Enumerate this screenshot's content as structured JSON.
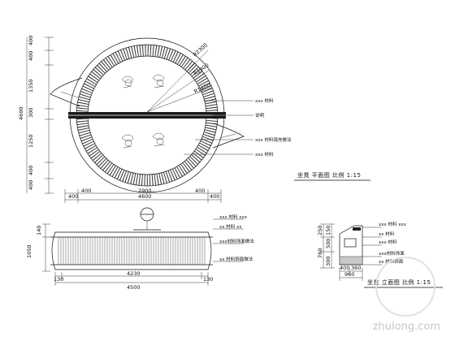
{
  "plan": {
    "radius_labels": [
      "R2300",
      "R1900",
      "R1400"
    ],
    "left_dims": [
      "400",
      "400",
      "1350",
      "300",
      "1250",
      "400",
      "400"
    ],
    "overall_left": "4600",
    "top_row_dims": [
      "400",
      "2900",
      "400"
    ],
    "bottom_row_dims": [
      "400",
      "4600",
      "400"
    ],
    "callouts": [
      "xxx 材料",
      "说明",
      "xxx 材料填充做法",
      "xxx 材料"
    ],
    "caption": "坐凳 平面图  比例 1:15"
  },
  "elevation": {
    "left_dims": [
      "140",
      "1050"
    ],
    "bottom_dims": [
      "130",
      "4230",
      "130"
    ],
    "overall": "4500",
    "callouts": [
      "xxx 材料 xxx",
      "xx 材料 xx",
      "xxx材料饰面做法",
      "xx 材料饰面做法"
    ]
  },
  "section": {
    "left_dims": [
      "250",
      "150",
      "760",
      "500",
      "300"
    ],
    "bottom_dims": [
      "400",
      "360"
    ],
    "overall": "960",
    "callouts": [
      "xxx 材料 xxx",
      "xx 材料",
      "xxx 材料",
      "xxx材料饰面",
      "xx 材料饰面"
    ],
    "caption": "坐凳 立面图  比例 1:15"
  },
  "watermark": "zhulong.com"
}
